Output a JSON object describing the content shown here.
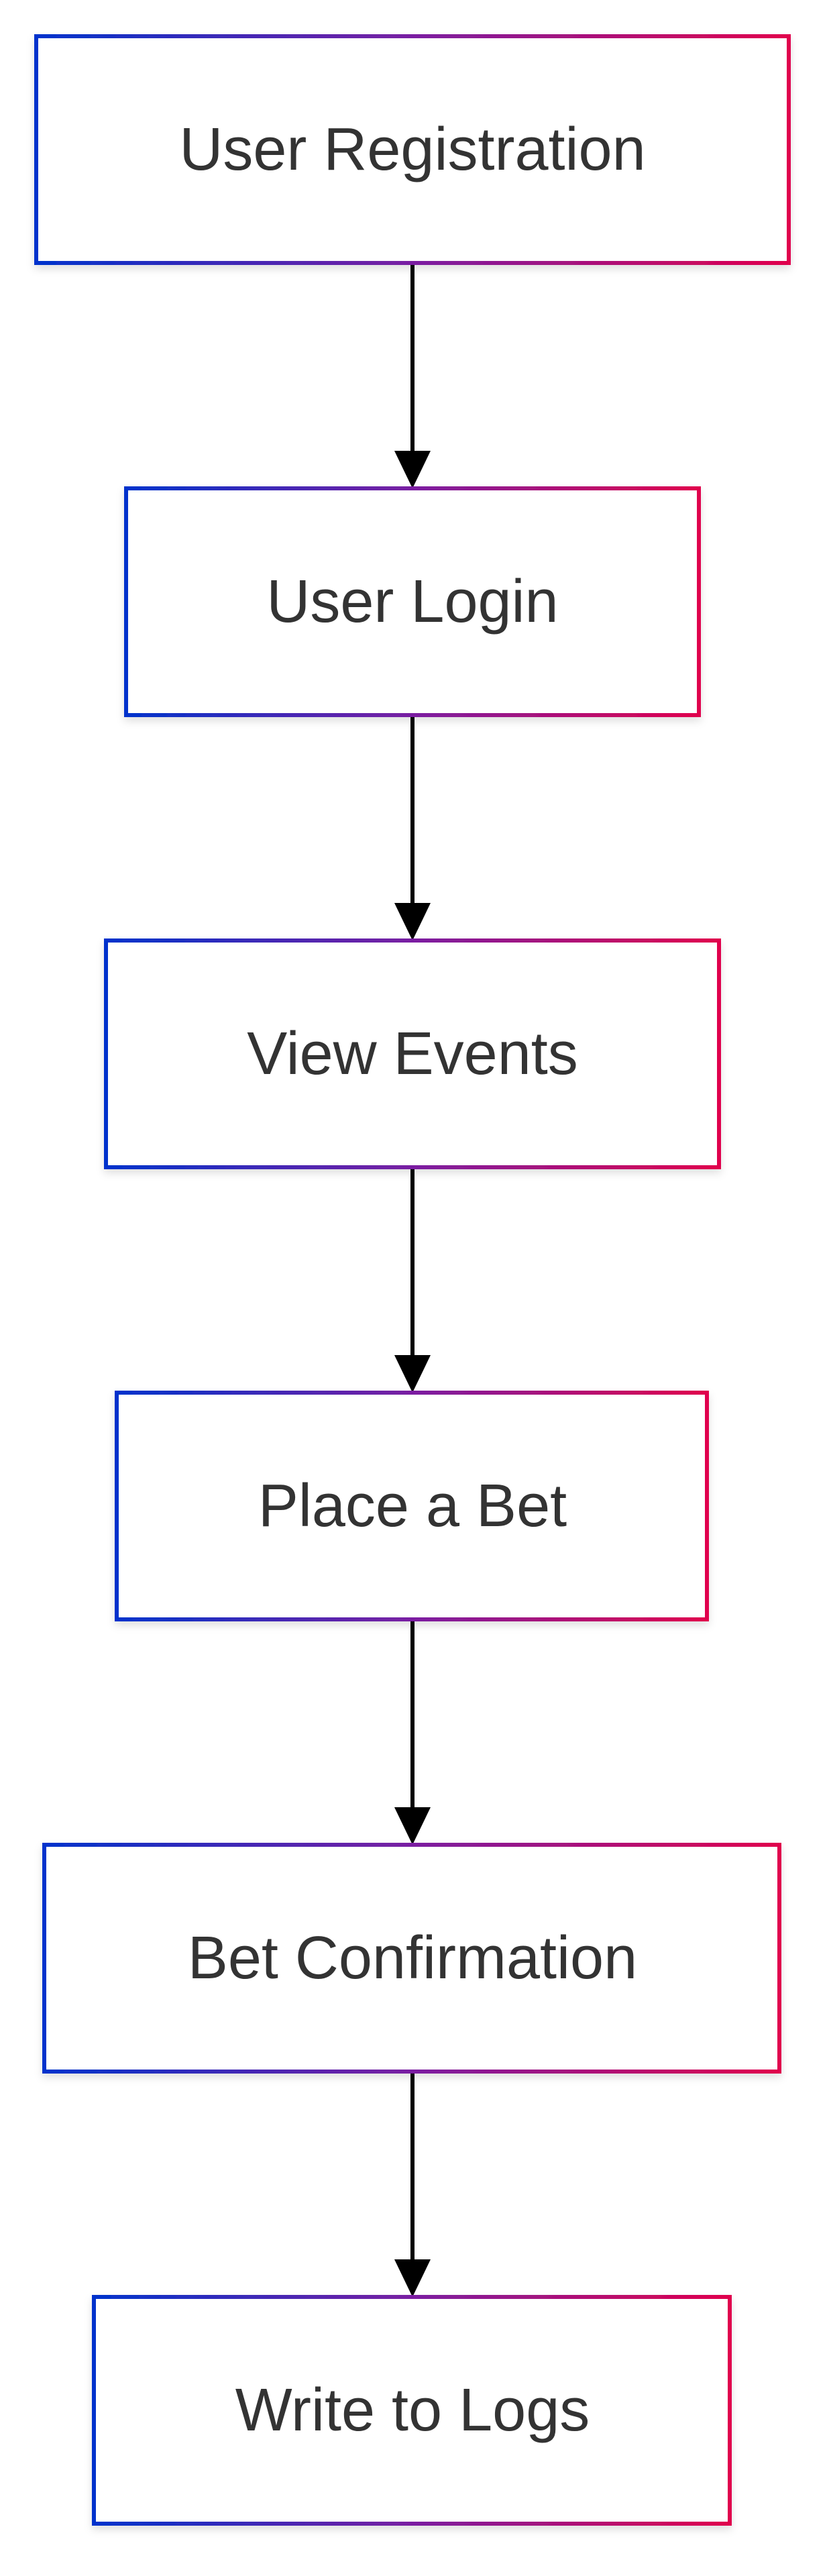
{
  "diagram": {
    "type": "flowchart",
    "direction": "top-to-bottom",
    "nodes": [
      {
        "id": "user-registration",
        "label": "User Registration"
      },
      {
        "id": "user-login",
        "label": "User Login"
      },
      {
        "id": "view-events",
        "label": "View Events"
      },
      {
        "id": "place-a-bet",
        "label": "Place a Bet"
      },
      {
        "id": "bet-confirmation",
        "label": "Bet Confirmation"
      },
      {
        "id": "write-to-logs",
        "label": "Write to Logs"
      }
    ],
    "edges": [
      {
        "from": "user-registration",
        "to": "user-login"
      },
      {
        "from": "user-login",
        "to": "view-events"
      },
      {
        "from": "view-events",
        "to": "place-a-bet"
      },
      {
        "from": "place-a-bet",
        "to": "bet-confirmation"
      },
      {
        "from": "bet-confirmation",
        "to": "write-to-logs"
      }
    ],
    "colors": {
      "border_start": "#0033cc",
      "border_mid": "#7a1fa2",
      "border_end": "#e0004d",
      "fill": "#ffffff",
      "text": "#333333",
      "arrow": "#000000"
    }
  }
}
